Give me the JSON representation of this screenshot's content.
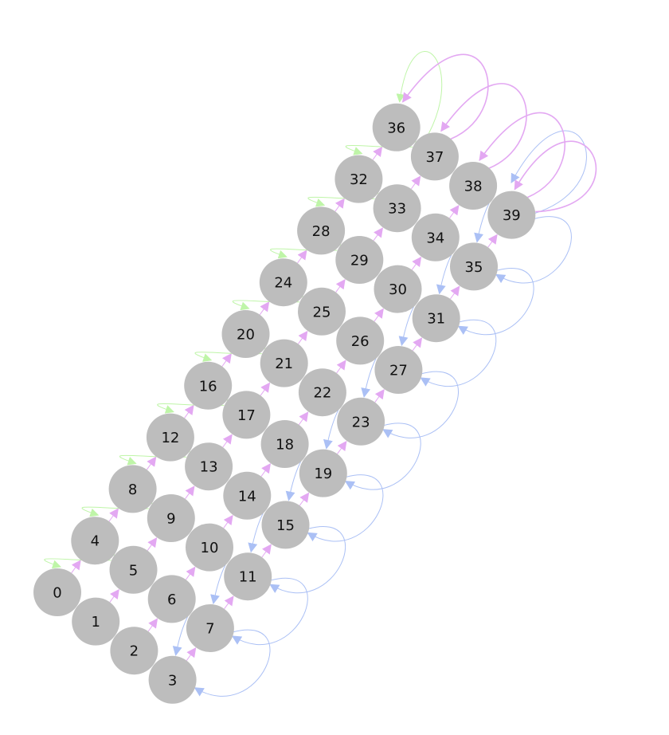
{
  "graph": {
    "node_color": "#bdbdbd",
    "edge_colors": {
      "green": "#bff5a8",
      "pink": "#e3a8f2",
      "blue": "#abc0f5"
    },
    "nodes": [
      {
        "id": 0,
        "label": "0"
      },
      {
        "id": 1,
        "label": "1"
      },
      {
        "id": 2,
        "label": "2"
      },
      {
        "id": 3,
        "label": "3"
      },
      {
        "id": 4,
        "label": "4"
      },
      {
        "id": 5,
        "label": "5"
      },
      {
        "id": 6,
        "label": "6"
      },
      {
        "id": 7,
        "label": "7"
      },
      {
        "id": 8,
        "label": "8"
      },
      {
        "id": 9,
        "label": "9"
      },
      {
        "id": 10,
        "label": "10"
      },
      {
        "id": 11,
        "label": "11"
      },
      {
        "id": 12,
        "label": "12"
      },
      {
        "id": 13,
        "label": "13"
      },
      {
        "id": 14,
        "label": "14"
      },
      {
        "id": 15,
        "label": "15"
      },
      {
        "id": 16,
        "label": "16"
      },
      {
        "id": 17,
        "label": "17"
      },
      {
        "id": 18,
        "label": "18"
      },
      {
        "id": 19,
        "label": "19"
      },
      {
        "id": 20,
        "label": "20"
      },
      {
        "id": 21,
        "label": "21"
      },
      {
        "id": 22,
        "label": "22"
      },
      {
        "id": 23,
        "label": "23"
      },
      {
        "id": 24,
        "label": "24"
      },
      {
        "id": 25,
        "label": "25"
      },
      {
        "id": 26,
        "label": "26"
      },
      {
        "id": 27,
        "label": "27"
      },
      {
        "id": 28,
        "label": "28"
      },
      {
        "id": 29,
        "label": "29"
      },
      {
        "id": 30,
        "label": "30"
      },
      {
        "id": 31,
        "label": "31"
      },
      {
        "id": 32,
        "label": "32"
      },
      {
        "id": 33,
        "label": "33"
      },
      {
        "id": 34,
        "label": "34"
      },
      {
        "id": 35,
        "label": "35"
      },
      {
        "id": 36,
        "label": "36"
      },
      {
        "id": 37,
        "label": "37"
      },
      {
        "id": 38,
        "label": "38"
      },
      {
        "id": 39,
        "label": "39"
      }
    ],
    "rows": 10,
    "cols": 4
  }
}
